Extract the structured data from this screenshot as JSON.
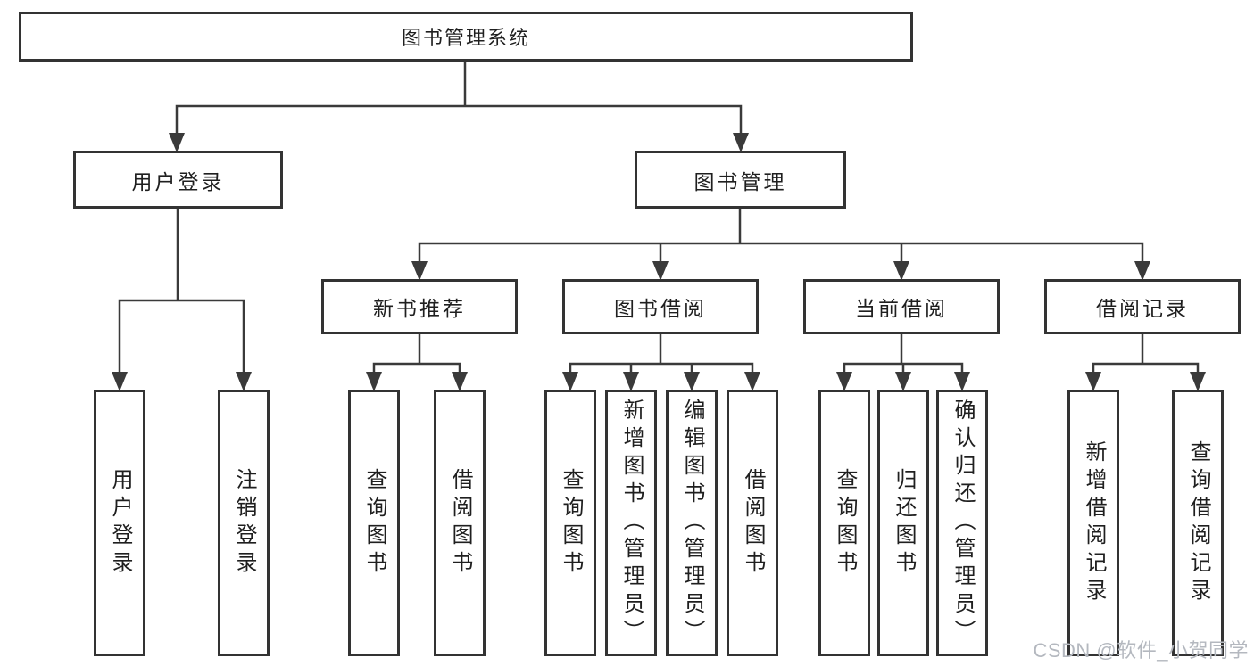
{
  "diagram": {
    "root": {
      "label": "图书管理系统"
    },
    "branches": [
      {
        "label": "用户登录",
        "children": [
          {
            "label": "用户登录"
          },
          {
            "label": "注销登录"
          }
        ]
      },
      {
        "label": "图书管理",
        "children": [
          {
            "label": "新书推荐",
            "children": [
              {
                "label": "查询图书"
              },
              {
                "label": "借阅图书"
              }
            ]
          },
          {
            "label": "图书借阅",
            "children": [
              {
                "label": "查询图书"
              },
              {
                "label": "新增图书（管理员）"
              },
              {
                "label": "编辑图书（管理员）"
              },
              {
                "label": "借阅图书"
              }
            ]
          },
          {
            "label": "当前借阅",
            "children": [
              {
                "label": "查询图书"
              },
              {
                "label": "归还图书"
              },
              {
                "label": "确认归还（管理员）"
              }
            ]
          },
          {
            "label": "借阅记录",
            "children": [
              {
                "label": "新增借阅记录"
              },
              {
                "label": "查询借阅记录"
              }
            ]
          }
        ]
      }
    ]
  },
  "watermark": {
    "text": "CSDN @软件_小贺同学"
  },
  "colors": {
    "line": "#3a3a3a",
    "box_border": "#333333",
    "text": "#1f1f1f",
    "background": "#ffffff",
    "watermark": "#b4b8bf"
  }
}
